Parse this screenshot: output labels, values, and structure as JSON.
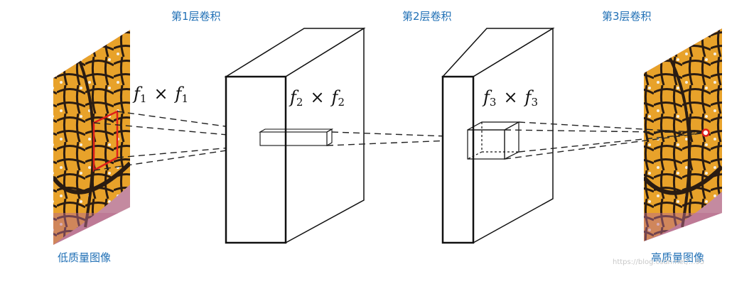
{
  "labels": {
    "layer1": "第1层卷积",
    "layer2": "第2层卷积",
    "layer3": "第3层卷积",
    "input": "低质量图像",
    "output": "高质量图像"
  },
  "filters": {
    "f1": {
      "symbol": "f",
      "sub": "1",
      "op": "×"
    },
    "f2": {
      "symbol": "f",
      "sub": "2",
      "op": "×"
    },
    "f3": {
      "symbol": "f",
      "sub": "3",
      "op": "×"
    }
  },
  "watermark": "https://blog.csdn.net/...95",
  "colors": {
    "label": "#1f6fb5",
    "highlight": "#e0201a",
    "butterfly_orange": "#e8a22a",
    "butterfly_black": "#2a1c12",
    "background_pink": "#c48aa0"
  }
}
